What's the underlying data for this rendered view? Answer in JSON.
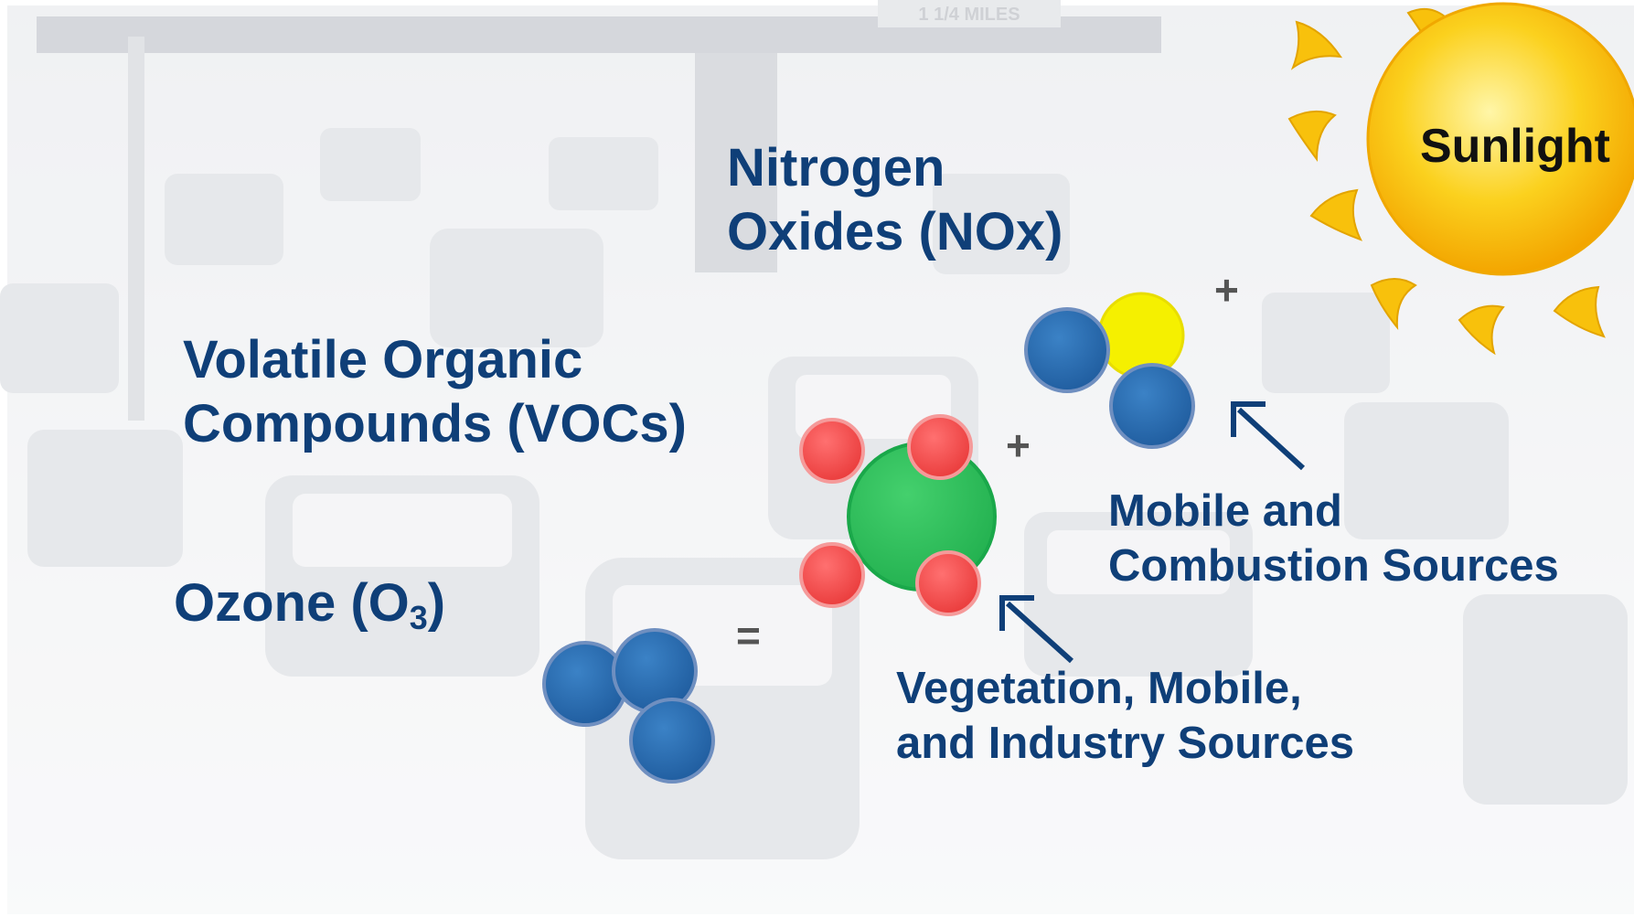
{
  "labels": {
    "nitrogen_line1": "Nitrogen",
    "nitrogen_line2": "Oxides (NOx)",
    "voc_line1": "Volatile Organic",
    "voc_line2": "Compounds (VOCs)",
    "ozone_prefix": "Ozone (O",
    "ozone_sub": "3",
    "ozone_suffix": ")",
    "sunlight": "Sunlight",
    "mobile_line1": "Mobile and",
    "mobile_line2": "Combustion Sources",
    "veg_line1": "Vegetation, Mobile,",
    "veg_line2": "and Industry Sources",
    "plus": "+",
    "equals": "=",
    "sign_text": "1 1/4 MILES"
  },
  "colors": {
    "text_blue": "#0f3f78",
    "sun_yellow": "#f9c20a",
    "molecule_blue": "#2f6fb3",
    "molecule_green": "#2fbf5a",
    "molecule_red": "#f24a4a",
    "molecule_yellow": "#f5f000"
  }
}
